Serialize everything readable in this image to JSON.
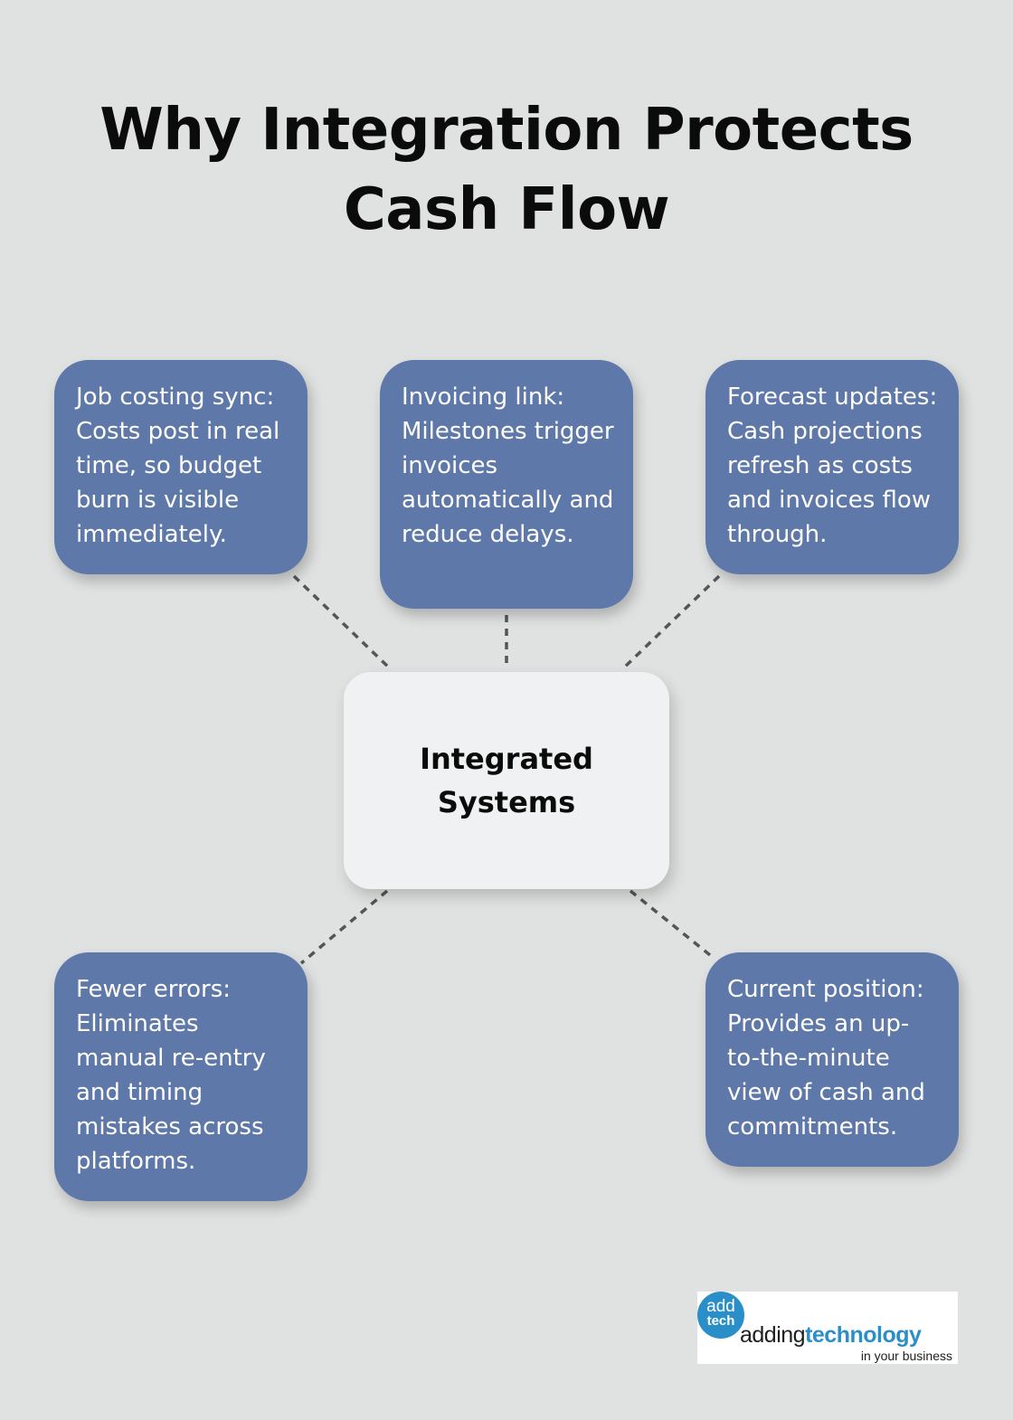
{
  "title": "Why Integration Protects Cash Flow",
  "center": {
    "label": "Integrated Systems"
  },
  "nodes": [
    {
      "text": "Job costing sync: Costs post in real time, so budget burn is visible immediately."
    },
    {
      "text": "Invoicing link: Milestones trigger invoices automatically and reduce delays."
    },
    {
      "text": "Forecast updates: Cash projections refresh as costs and invoices flow through."
    },
    {
      "text": "Fewer errors: Eliminates manual re-entry and timing mistakes across platforms."
    },
    {
      "text": "Current position: Provides an up-to-the-minute view of cash and commitments."
    }
  ],
  "logo": {
    "badge_top": "add",
    "badge_bottom": "tech",
    "word_part1": "adding",
    "word_part2": "technology",
    "tagline": "in your business"
  },
  "colors": {
    "background": "#e0e2e1",
    "node_fill": "#5e79a9",
    "center_fill": "#eff1f2",
    "connector": "#555555",
    "brand_blue": "#2a8fc8"
  }
}
